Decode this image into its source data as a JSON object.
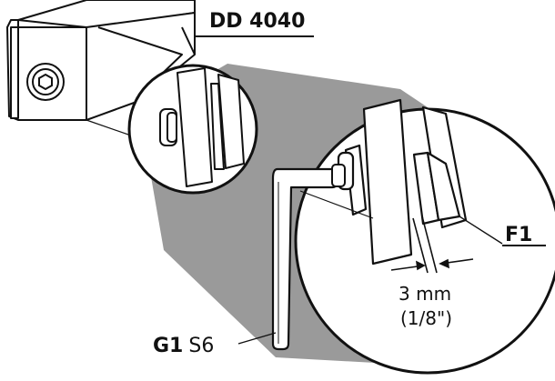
{
  "labels": {
    "model": "DD 4040",
    "part_f1": "F1",
    "gap_mm": "3 mm",
    "gap_in": "(1/8\")",
    "tool_code": "G1",
    "tool_size": "S6"
  },
  "colors": {
    "line": "#111111",
    "shade": "#9a9a9a",
    "panel": "#ffffff"
  },
  "icons": [
    "hex-bolt-icon",
    "allen-key-icon",
    "dimension-arrow-icon"
  ]
}
